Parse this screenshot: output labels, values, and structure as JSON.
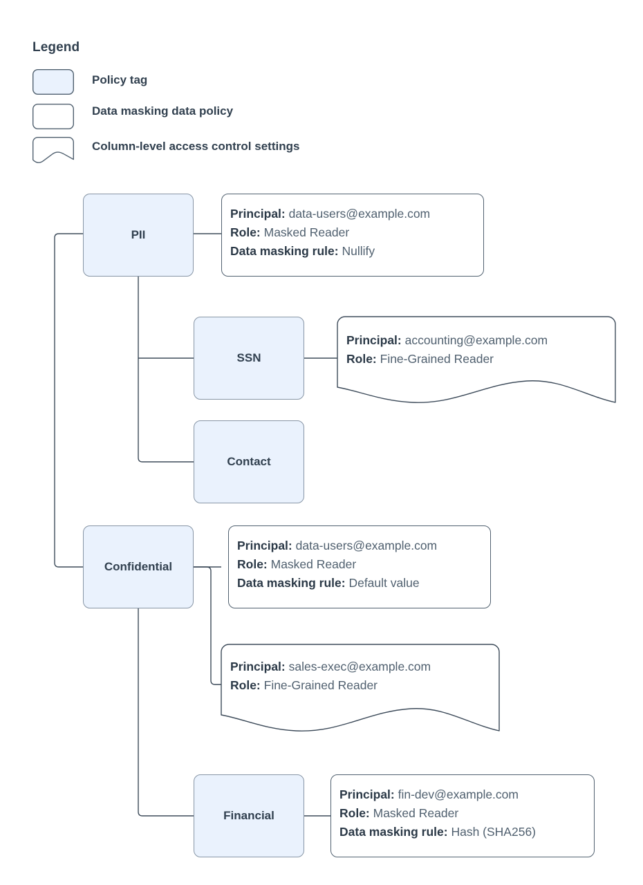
{
  "legend": {
    "title": "Legend",
    "items": [
      {
        "shape": "policy-tag-swatch",
        "label": "Policy tag"
      },
      {
        "shape": "data-masking-swatch",
        "label": "Data masking data policy"
      },
      {
        "shape": "column-access-swatch",
        "label": "Column-level access control settings"
      }
    ]
  },
  "colors": {
    "tag_fill": "#eaf2fd",
    "tag_stroke": "#8795a5",
    "box_stroke": "#50606f",
    "text": "#31404f",
    "value_text": "#50606f",
    "background": "#ffffff"
  },
  "nodes": [
    {
      "id": "pii",
      "label": "PII"
    },
    {
      "id": "ssn",
      "label": "SSN"
    },
    {
      "id": "contact",
      "label": "Contact"
    },
    {
      "id": "confidential",
      "label": "Confidential"
    },
    {
      "id": "financial",
      "label": "Financial"
    }
  ],
  "labels": {
    "principal": "Principal:",
    "role": "Role:",
    "masking_rule": "Data masking rule:"
  },
  "policies": {
    "pii_masking": {
      "kind": "data-masking-policy",
      "principal": "data-users@example.com",
      "role": "Masked Reader",
      "masking_rule": "Nullify"
    },
    "ssn_access": {
      "kind": "column-level-access",
      "principal": "accounting@example.com",
      "role": "Fine-Grained Reader"
    },
    "confidential_masking": {
      "kind": "data-masking-policy",
      "principal": "data-users@example.com",
      "role": "Masked Reader",
      "masking_rule": "Default value"
    },
    "confidential_access": {
      "kind": "column-level-access",
      "principal": "sales-exec@example.com",
      "role": "Fine-Grained Reader"
    },
    "financial_masking": {
      "kind": "data-masking-policy",
      "principal": "fin-dev@example.com",
      "role": "Masked Reader",
      "masking_rule": "Hash (SHA256)"
    }
  }
}
